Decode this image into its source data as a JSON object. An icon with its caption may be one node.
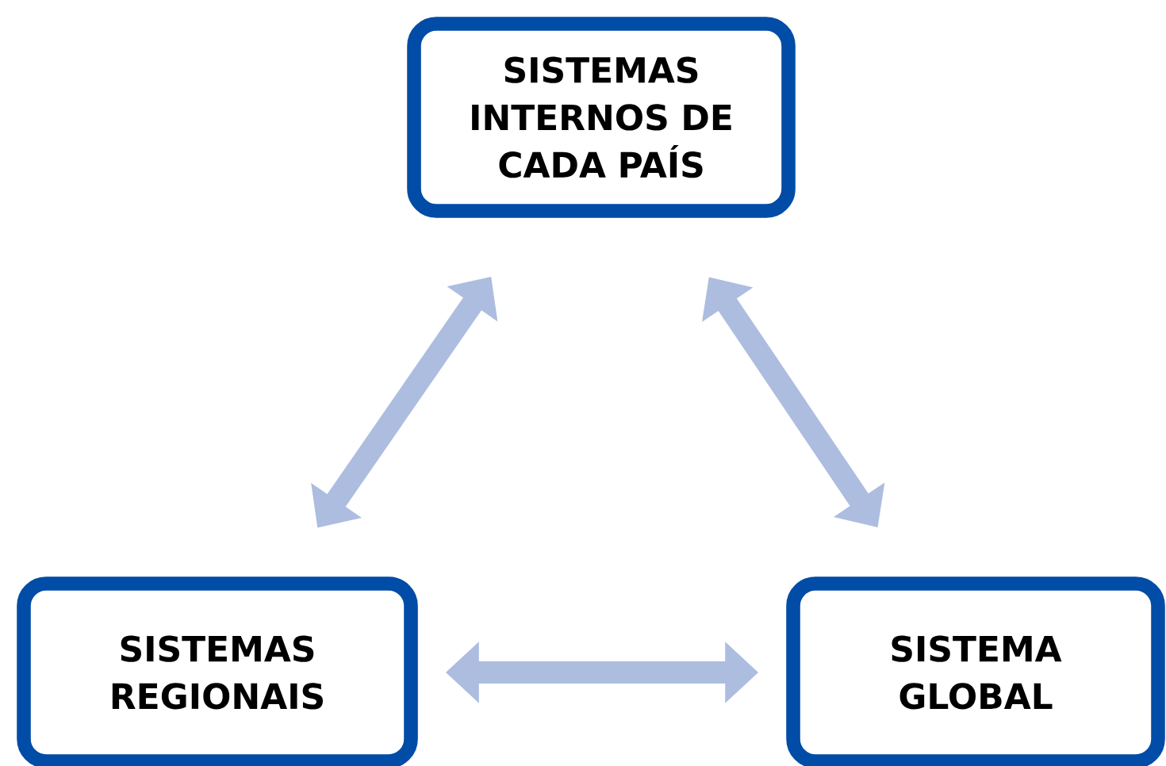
{
  "diagram": {
    "nodes": [
      {
        "text": [
          "SISTEMAS INTERNOS DE CADA PAÍS"
        ]
      },
      {
        "text": [
          "SISTEMAS REGIONAIS"
        ]
      },
      {
        "text": [
          "SISTEMA GLOBAL"
        ]
      }
    ],
    "edges": [
      {
        "from": 0,
        "to": 1,
        "arrow": "both"
      },
      {
        "from": 0,
        "to": 2,
        "arrow": "both"
      },
      {
        "from": 1,
        "to": 2,
        "arrow": "both"
      }
    ]
  }
}
